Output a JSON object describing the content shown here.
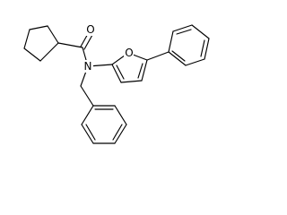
{
  "diagram": {
    "type": "chemical-structure",
    "background_color": "#ffffff",
    "bond_color": "#000000",
    "atom_labels": {
      "oxygen_carbonyl": "O",
      "nitrogen": "N",
      "oxygen_furan": "O"
    }
  }
}
